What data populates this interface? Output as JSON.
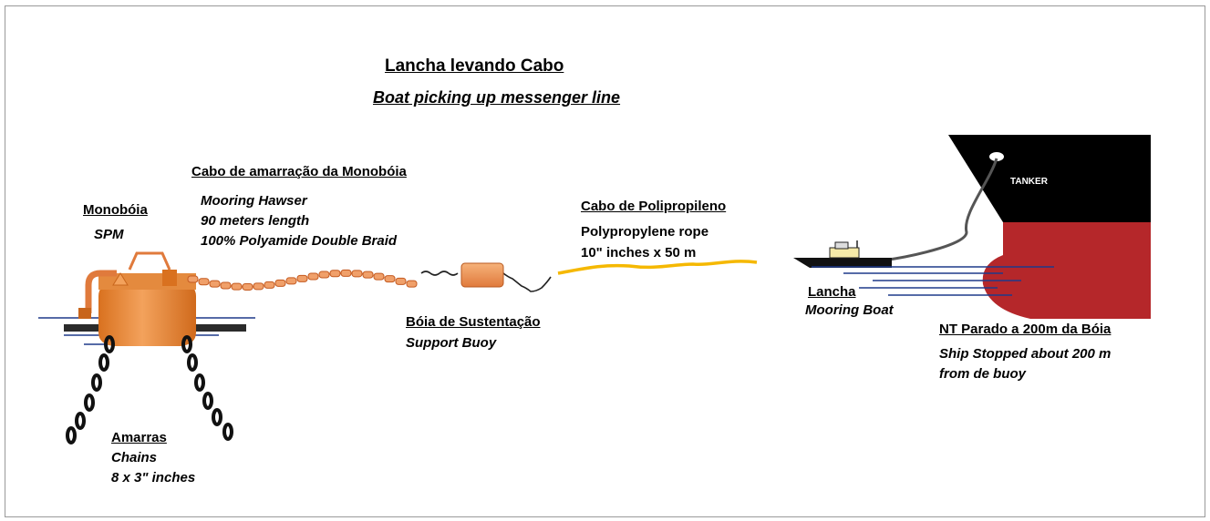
{
  "title": "Lancha levando Cabo",
  "subtitle": "Boat picking up messenger line",
  "labels": {
    "hawser_heading": "Cabo de amarração da Monobóia",
    "hawser_lines": [
      "Mooring Hawser",
      "90 meters length",
      "100% Polyamide Double Braid"
    ],
    "spm_heading": "Monobóia",
    "spm_sub": "SPM",
    "rope_heading": "Cabo de Polipropileno",
    "rope_lines": [
      "Polypropylene rope",
      "10\" inches x 50 m"
    ],
    "buoy_heading": "Bóia de Sustentação",
    "buoy_sub": "Support Buoy",
    "chains_heading": "Amarras",
    "chains_lines": [
      "Chains",
      "8 x 3\" inches"
    ],
    "boat_heading": "Lancha",
    "boat_sub": "Mooring Boat",
    "ship_heading": "NT Parado a 200m da Bóia",
    "ship_lines": [
      "Ship Stopped about 200 m",
      "from de buoy"
    ],
    "tanker_name": "TANKER"
  },
  "colors": {
    "buoy_orange": "#e8893a",
    "hawser_orange": "#e07a3c",
    "rope_yellow": "#f5b800",
    "ship_black": "#000000",
    "ship_red": "#b5272a",
    "water_blue": "#1f3a8a",
    "chain_black": "#111111",
    "messenger_gray": "#555555"
  }
}
